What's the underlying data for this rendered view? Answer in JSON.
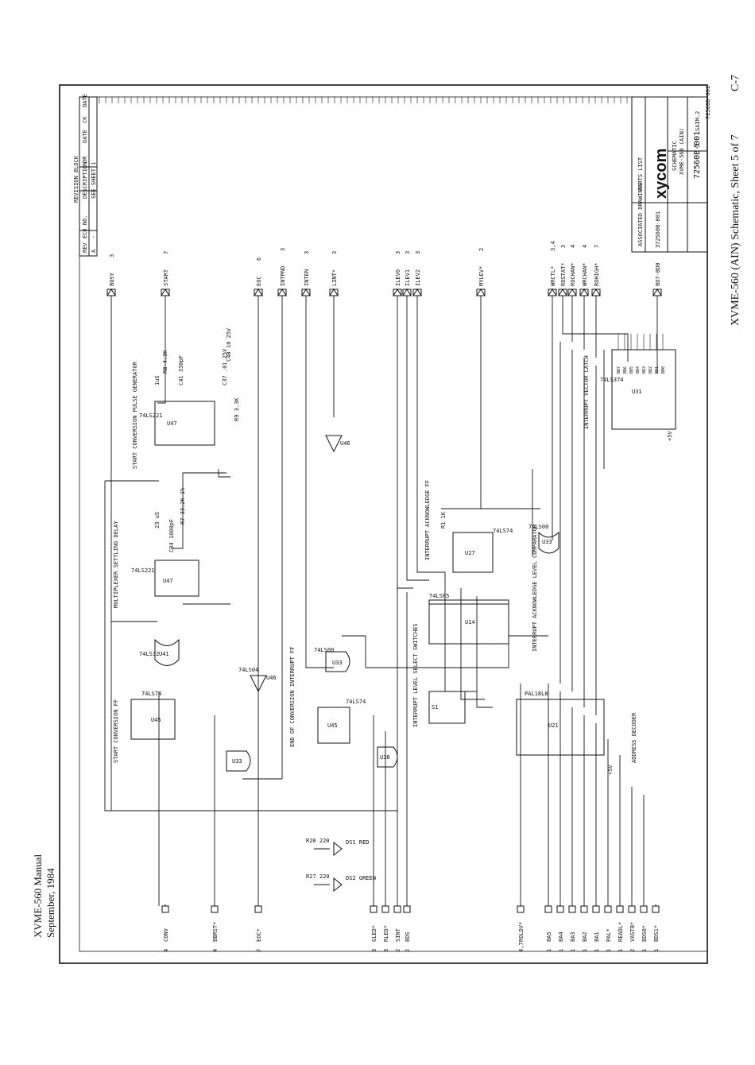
{
  "manual": {
    "title": "XVME-560 Manual",
    "date": "September, 1984"
  },
  "caption": "XVME-560 (AIN) Schematic, Sheet 5 of 7",
  "page_id": "C-7",
  "title_block": {
    "company": "xycom",
    "title_line1": "SCHEMATIC",
    "title_line2": "XVME-560 (AIN)",
    "dwg_no": "72560B-001",
    "sheet": "5",
    "parts_list": "PARTS LIST",
    "assoc": "ASSOCIATED DRAWINGS",
    "rev_side": "72560B-001",
    "lower_ref": "SAIM.2"
  },
  "revision_block": {
    "title": "REVISION BLOCK",
    "headers": [
      "REV",
      "ECO NO.",
      "DESCRIPTION",
      "DR",
      "DATE",
      "CK",
      "DATE"
    ],
    "row": [
      "A",
      "-",
      "SEE SHEET 1"
    ]
  },
  "sections": {
    "start_conv_ff": "START CONVERSION FF",
    "mux_settling": "MULTIPLEXER SETTLING DELAY",
    "start_pulse": "START CONVERSION PULSE GENERATOR",
    "eoc_ff": "END OF CONVERSION INTERRUPT FF",
    "int_ack_ff": "INTERRUPT ACKNOWLEDGE FF",
    "int_level_sw": "INTERRUPT LEVEL SELECT SWITCHES",
    "int_ack_cmp": "INTERRUPT ACKNOWLEDGE LEVEL COMPARATOR",
    "vector_latch": "INTERRUPT VECTOR LATCH",
    "addr_decoder": "ADDRESS DECODER"
  },
  "chips": {
    "u45a": "U45",
    "u45b": "U45",
    "u41": "U41",
    "u47a": "U47",
    "u47b": "U47",
    "u33a": "U33",
    "u33b": "U33",
    "u46a": "U46",
    "u46b": "U46",
    "u38": "U38",
    "u27": "U27",
    "u14": "U14",
    "u31": "U31",
    "u21": "U21",
    "t74ls74": "74LS74",
    "t74ls32": "74LS32",
    "t74ls221": "74LS221",
    "t74ls00": "74LS00",
    "t74ls04": "74LS04",
    "t74ls85": "74LS85",
    "t74ls374": "74LS374",
    "tpal": "PAL18L8"
  },
  "components": {
    "r8": "R8 4.3K",
    "c41": "C41 330pF",
    "r9": "R9 3.3K",
    "c37": "C37 .01 25V",
    "c40": "C40 10 25V",
    "r7": "R7 33.2K 1%",
    "c34": "C34 1000pF",
    "r1": "R1 1K",
    "s1": "S1",
    "ds1": "DS1 RED",
    "ds2": "DS2 GREEN",
    "r20": "R20 220",
    "r27": "R27 220",
    "t1us": "1uS",
    "t23us": "23 uS",
    "vcc5": "+5V"
  },
  "signals_top": [
    {
      "name": "BUSY",
      "page": "3"
    },
    {
      "name": "START",
      "page": "7"
    },
    {
      "name": "EOC",
      "page": "6"
    },
    {
      "name": "INTPND",
      "page": "3"
    },
    {
      "name": "INTEN",
      "page": "3"
    },
    {
      "name": "LINT*",
      "page": "3"
    },
    {
      "name": "ILEV0",
      "page": "3"
    },
    {
      "name": "ILEV1",
      "page": "3"
    },
    {
      "name": "ILEV2",
      "page": "3"
    },
    {
      "name": "MYLEV*",
      "page": "2"
    },
    {
      "name": "WRCTL*",
      "page": "3,4"
    },
    {
      "name": "RDSTAT*",
      "page": "3"
    },
    {
      "name": "RDCHAN*",
      "page": "4"
    },
    {
      "name": "WRCHAN*",
      "page": "4"
    },
    {
      "name": "RDHIGH*",
      "page": "7"
    },
    {
      "name": "BD7-BD0",
      "page": "3"
    }
  ],
  "signals_bottom": [
    {
      "name": "CONV",
      "page": "4"
    },
    {
      "name": "BBRST*",
      "page": "4"
    },
    {
      "name": "EOC*",
      "page": "7"
    },
    {
      "name": "GLED*",
      "page": "3"
    },
    {
      "name": "RLED*",
      "page": "3"
    },
    {
      "name": "SINT",
      "page": "2"
    },
    {
      "name": "BDS",
      "page": "2"
    },
    {
      "name": "ROLDV*",
      "page": "4,7"
    },
    {
      "name": "BA5",
      "page": "1"
    },
    {
      "name": "BA4",
      "page": "1"
    },
    {
      "name": "BA3",
      "page": "1"
    },
    {
      "name": "BA2",
      "page": "1"
    },
    {
      "name": "BA1",
      "page": "1"
    },
    {
      "name": "PAL*",
      "page": "1"
    },
    {
      "name": "READL*",
      "page": "1"
    },
    {
      "name": "VASTB*",
      "page": "2"
    },
    {
      "name": "BDS0*",
      "page": "1"
    },
    {
      "name": "BDS1*",
      "page": "1"
    }
  ],
  "latch_bd": [
    "BD7",
    "BD6",
    "BD5",
    "BD4",
    "BD3",
    "BD2",
    "BD1",
    "BD0"
  ]
}
